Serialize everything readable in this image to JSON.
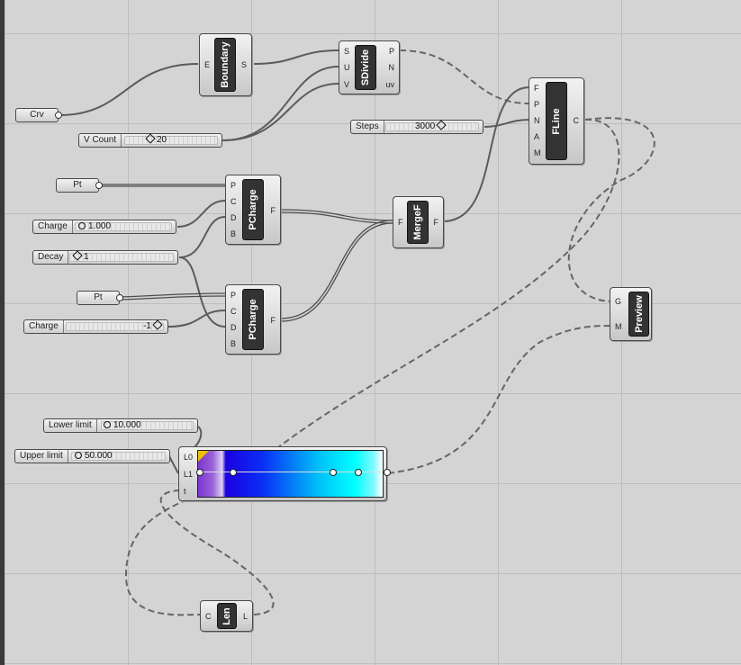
{
  "components": {
    "boundary": {
      "name": "Boundary",
      "inputs": [
        "E"
      ],
      "outputs": [
        "S"
      ]
    },
    "sdivide": {
      "name": "SDivide",
      "inputs": [
        "S",
        "U",
        "V"
      ],
      "outputs": [
        "P",
        "N",
        "uv"
      ]
    },
    "fline": {
      "name": "FLine",
      "inputs": [
        "F",
        "P",
        "N",
        "A",
        "M"
      ],
      "outputs": [
        "C"
      ]
    },
    "pcharge1": {
      "name": "PCharge",
      "inputs": [
        "P",
        "C",
        "D",
        "B"
      ],
      "outputs": [
        "F"
      ]
    },
    "pcharge2": {
      "name": "PCharge",
      "inputs": [
        "P",
        "C",
        "D",
        "B"
      ],
      "outputs": [
        "F"
      ]
    },
    "mergef": {
      "name": "MergeF",
      "inputs": [
        "F"
      ],
      "outputs": [
        "F"
      ]
    },
    "preview": {
      "name": "Preview",
      "inputs": [
        "G",
        "M"
      ],
      "outputs": []
    },
    "len": {
      "name": "Len",
      "inputs": [
        "C"
      ],
      "outputs": [
        "L"
      ]
    },
    "gradient": {
      "inputs": [
        "L0",
        "L1",
        "t"
      ]
    }
  },
  "params": {
    "crv": "Crv",
    "pt1": "Pt",
    "pt2": "Pt"
  },
  "sliders": {
    "vcount": {
      "label": "V Count",
      "value": "20"
    },
    "steps": {
      "label": "Steps",
      "value": "3000"
    },
    "charge1": {
      "label": "Charge",
      "value": "1.000"
    },
    "decay": {
      "label": "Decay",
      "value": "1"
    },
    "charge2": {
      "label": "Charge",
      "value": "-1"
    },
    "lower": {
      "label": "Lower limit",
      "value": "10.000"
    },
    "upper": {
      "label": "Upper limit",
      "value": "50.000"
    }
  },
  "colors": {
    "canvas": "#d4d4d4",
    "component_core": "#333333",
    "wire": "#5b5b5b"
  }
}
